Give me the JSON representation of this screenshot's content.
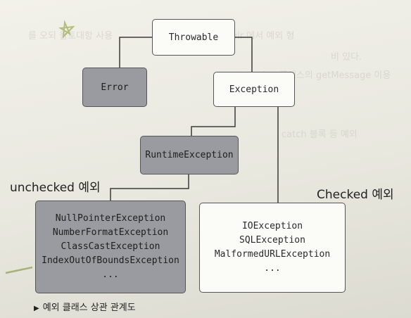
{
  "nodes": {
    "throwable": "Throwable",
    "error": "Error",
    "exception": "Exception",
    "runtime_exception": "RuntimeException"
  },
  "unchecked_box": {
    "items": [
      "NullPointerException",
      "NumberFormatException",
      "ClassCastException",
      "IndexOutOfBoundsException",
      "..."
    ]
  },
  "checked_box": {
    "items": [
      "IOException",
      "SQLException",
      "MalformedURLException",
      "..."
    ]
  },
  "annotations": {
    "unchecked": "unchecked 예외",
    "checked": "Checked 예외"
  },
  "caption": "예외 클래스 상관 관계도",
  "colors": {
    "white_box": "#fbfbf8",
    "grey_box": "#9a9ba1",
    "line": "#3a3a3a"
  }
}
